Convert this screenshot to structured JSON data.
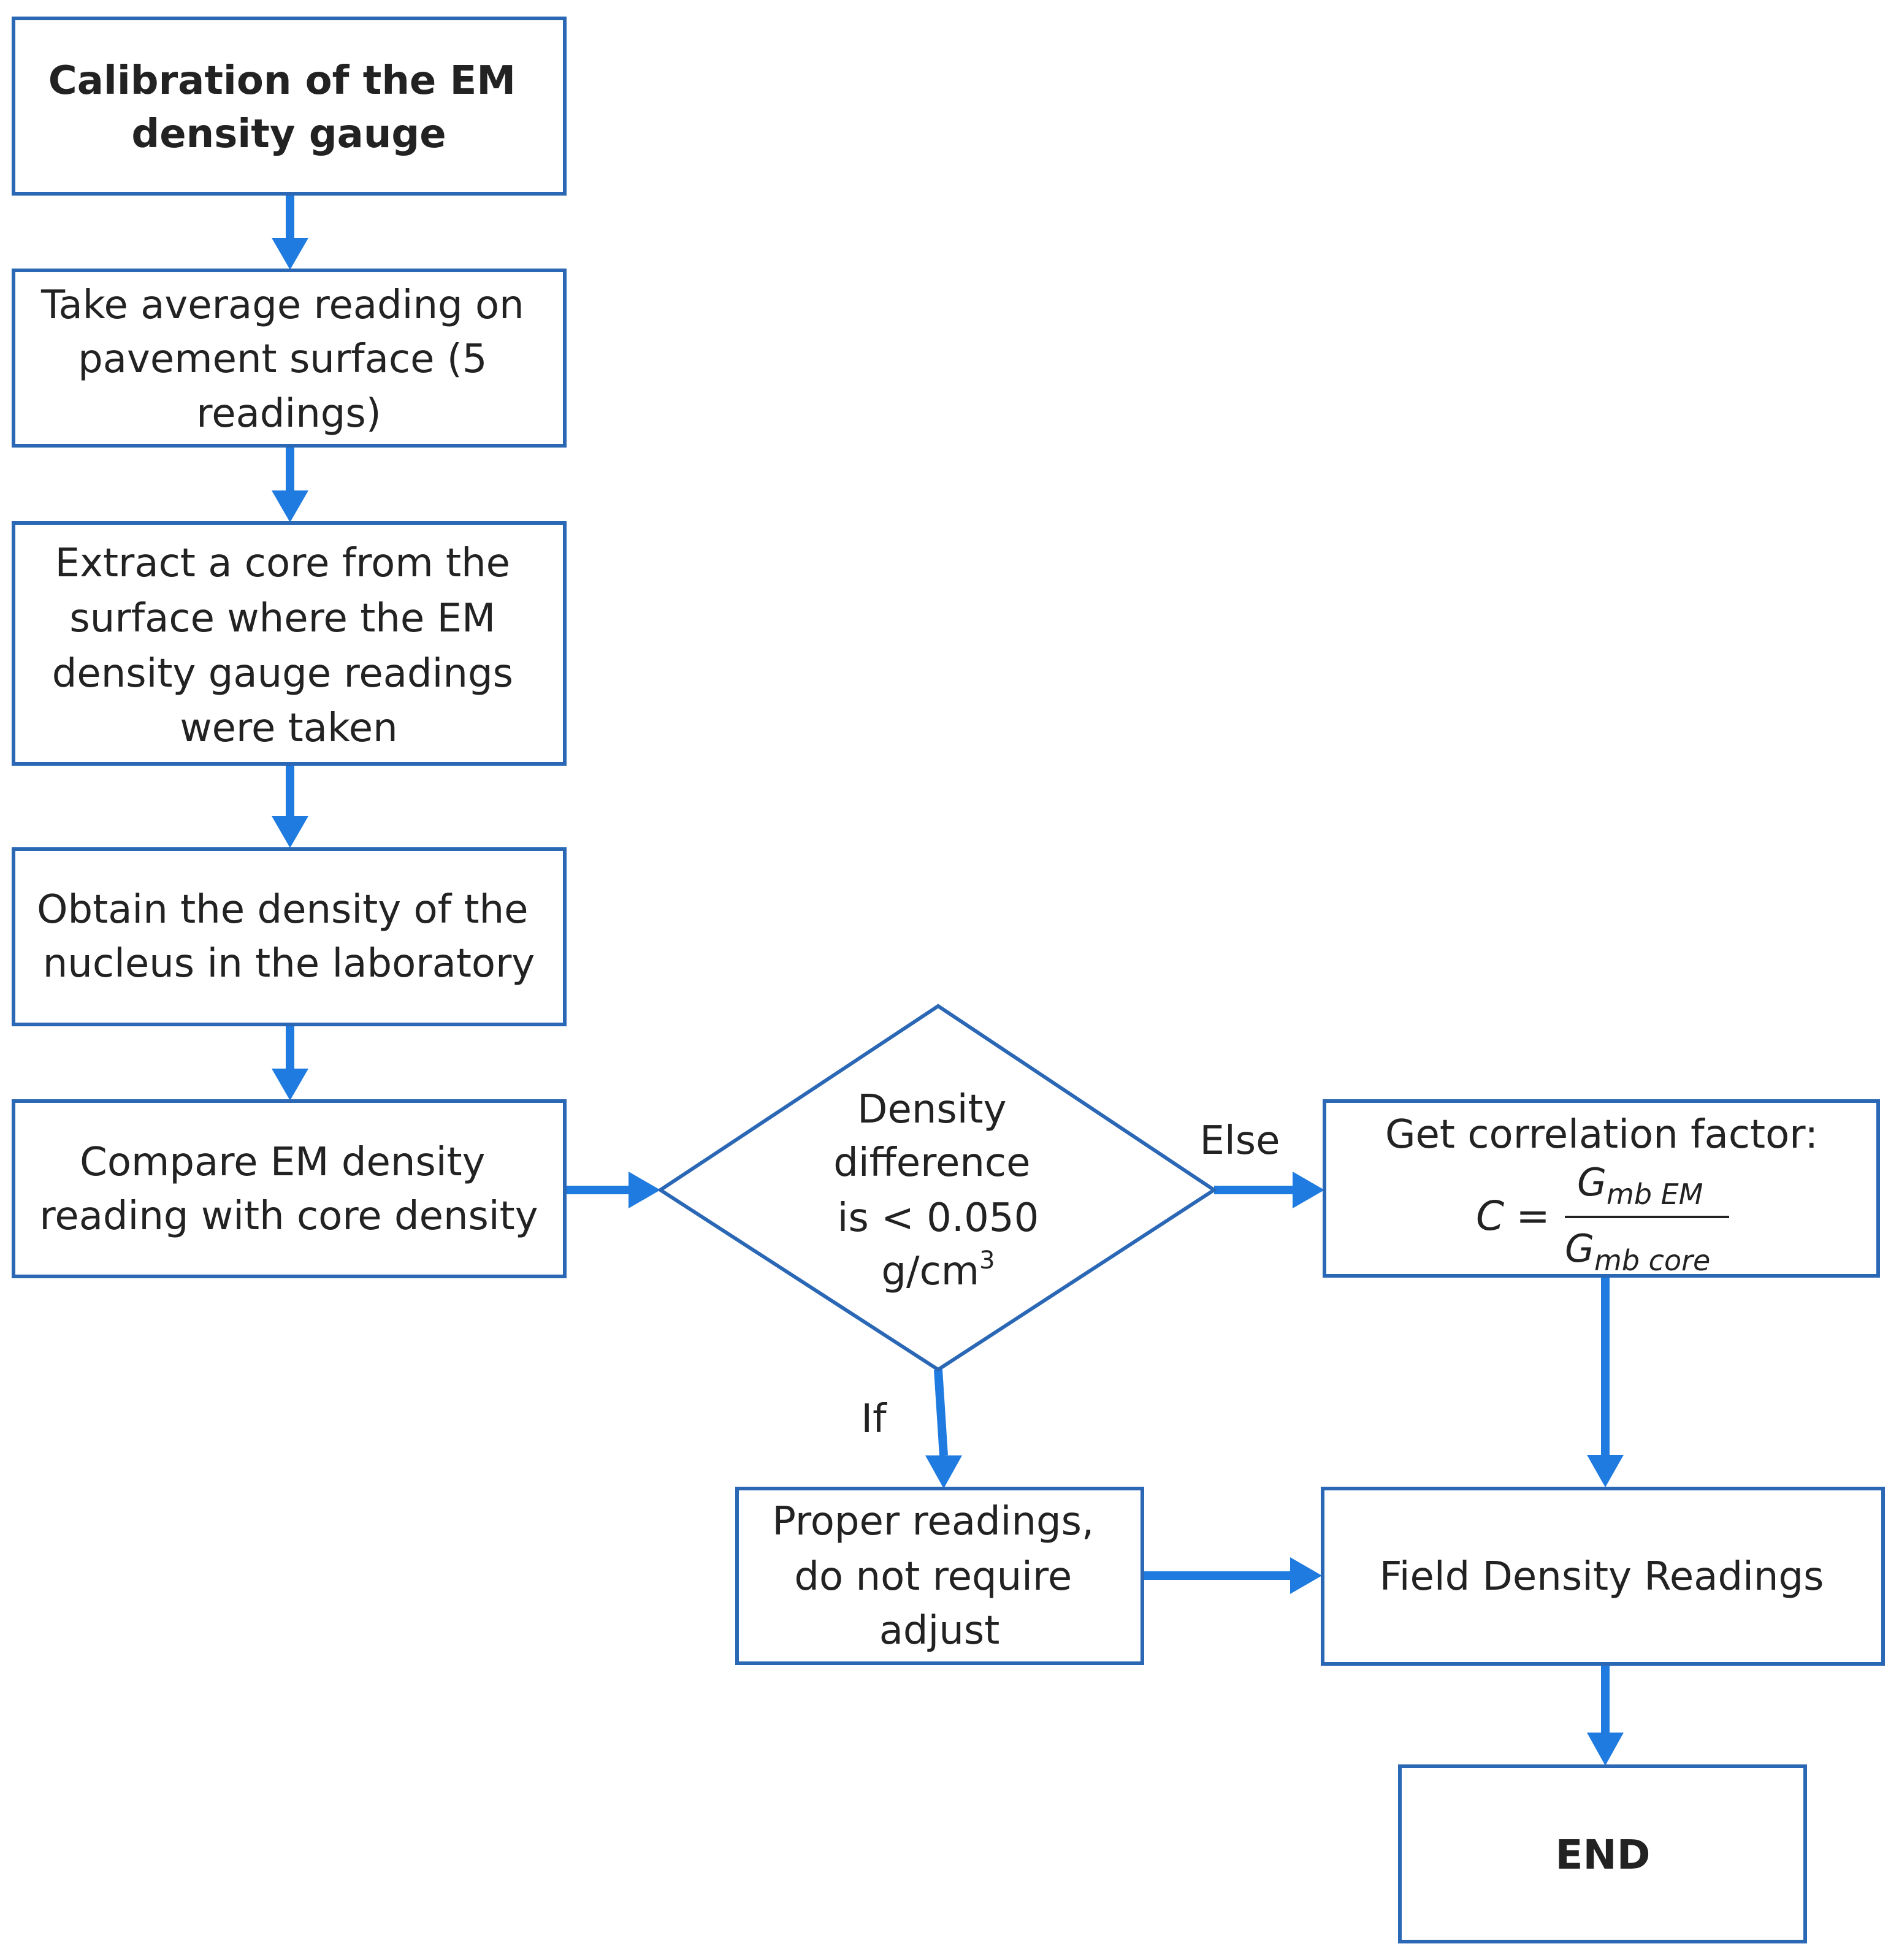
{
  "colors": {
    "box_border": "#2a67b5",
    "arrow": "#1f7be0",
    "text": "#222222"
  },
  "steps": {
    "calibration": [
      "Calibration of the EM",
      "density gauge"
    ],
    "average": [
      "Take average reading on",
      "pavement surface (5",
      "readings)"
    ],
    "extract": [
      "Extract a core from the",
      "surface where the EM",
      "density gauge readings",
      "were taken"
    ],
    "obtain": [
      "Obtain the density of the",
      "nucleus in the laboratory"
    ],
    "compare": [
      "Compare EM density",
      "reading with core density"
    ],
    "proper": [
      "Proper readings,",
      "do not require",
      "adjust"
    ],
    "field": "Field Density Readings",
    "end": "END"
  },
  "decision": {
    "line1": "Density",
    "line2": "difference",
    "line3": "is  < 0.050",
    "unit": "g/cm",
    "unit_exp": "3",
    "yes_label": "If",
    "no_label": "Else"
  },
  "correlation": {
    "title": "Get correlation factor:",
    "lhs": "C",
    "eq": "=",
    "num_base": "G",
    "num_sub": "mb EM",
    "den_base": "G",
    "den_sub": "mb core"
  }
}
